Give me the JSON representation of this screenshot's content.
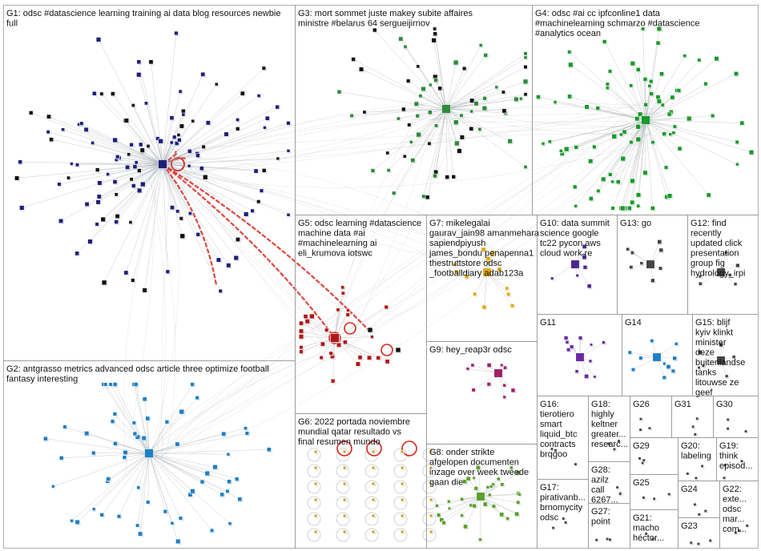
{
  "graph": {
    "colors": {
      "background": "#ffffff",
      "panel_border": "#9a9a9a",
      "edge": "#9aa0a6",
      "edge_highlight": "#d9261c",
      "label": "#111111"
    },
    "groups": [
      {
        "id": "G1",
        "label": "G1: odsc #datascience learning training ai data blog resources newbie full",
        "color": "#1f1f7a"
      },
      {
        "id": "G2",
        "label": "G2: antgrasso metrics advanced odsc article three optimize football fantasy interesting",
        "color": "#1e7fc4"
      },
      {
        "id": "G3",
        "label": "G3: mort sommet juste makey subite affaires ministre #belarus 64 sergueijirnov",
        "color": "#2e8b3a"
      },
      {
        "id": "G4",
        "label": "G4: odsc #ai cc ipfconline1 data #machinelearning schmarzo #datascience #analytics ocean",
        "color": "#1a9a2a"
      },
      {
        "id": "G5",
        "label": "G5: odsc learning #datascience machine data #ai #machinelearning ai eli_krumova iotswc",
        "color": "#b01818"
      },
      {
        "id": "G6",
        "label": "G6: 2022 portada noviembre mundial qatar resultado vs final resumen mundo",
        "color": "#c8a000"
      },
      {
        "id": "G7",
        "label": "G7: mikelegalai gaurav_jain98 amanmehara sapiendpiyush james_bondu penapenna1 thestruttstore odsc _footballdiary adab123a",
        "color": "#e0a800"
      },
      {
        "id": "G8",
        "label": "G8: onder strikte afgelopen documenten inzage over week tweede gaan die",
        "color": "#5aa02c"
      },
      {
        "id": "G9",
        "label": "G9: hey_reap3r odsc",
        "color": "#a0206a"
      },
      {
        "id": "G10",
        "label": "G10: data summit science google tc22 pycon aws cloud work re",
        "color": "#4b2a8a"
      },
      {
        "id": "G11",
        "label": "G11",
        "color": "#6a2aa0"
      },
      {
        "id": "G12",
        "label": "G12: find recently updated click presentation group fig hydrology_irpi",
        "color": "#444444"
      },
      {
        "id": "G13",
        "label": "G13: go",
        "color": "#444444"
      },
      {
        "id": "G14",
        "label": "G14",
        "color": "#1e7fc4"
      },
      {
        "id": "G15",
        "label": "G15: blijf kyiv klinkt minister deze buitenlandse tanks litouwse ze geef",
        "color": "#444444"
      },
      {
        "id": "G16",
        "label": "G16: tierotiero smart liquid_btc contracts brqgoo",
        "color": "#444444"
      },
      {
        "id": "G17",
        "label": "G17: pirativanb... brnomycity odsc",
        "color": "#444444"
      },
      {
        "id": "G18",
        "label": "G18: highly keltner greater... researc...",
        "color": "#444444"
      },
      {
        "id": "G19",
        "label": "G19: think episod...",
        "color": "#444444"
      },
      {
        "id": "G20",
        "label": "G20: labeling",
        "color": "#444444"
      },
      {
        "id": "G21",
        "label": "G21: macho héctor...",
        "color": "#444444"
      },
      {
        "id": "G22",
        "label": "G22: exte... odsc mar... com...",
        "color": "#444444"
      },
      {
        "id": "G23",
        "label": "G23",
        "color": "#444444"
      },
      {
        "id": "G24",
        "label": "G24",
        "color": "#444444"
      },
      {
        "id": "G25",
        "label": "G25",
        "color": "#444444"
      },
      {
        "id": "G26",
        "label": "G26",
        "color": "#444444"
      },
      {
        "id": "G27",
        "label": "G27: point",
        "color": "#444444"
      },
      {
        "id": "G28",
        "label": "G28: azilz call 6267...",
        "color": "#444444"
      },
      {
        "id": "G29",
        "label": "G29",
        "color": "#444444"
      },
      {
        "id": "G30",
        "label": "G30",
        "color": "#444444"
      },
      {
        "id": "G31",
        "label": "G31",
        "color": "#444444"
      }
    ]
  }
}
